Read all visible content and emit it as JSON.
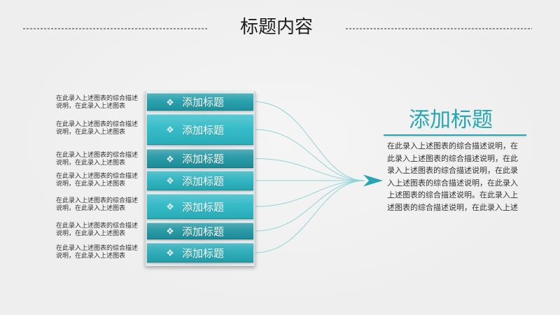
{
  "title": "标题内容",
  "theme": {
    "background": "#eeeeee",
    "accent": "#25a6b2",
    "connector": "#8ed3d9",
    "text": "#333333",
    "title": "#1e1e1e",
    "bar_text": "#ffffff"
  },
  "left_descriptions": [
    {
      "lines": [
        "在此录入上述图表的综合描述",
        "说明，在此录入上述图表"
      ]
    },
    {
      "lines": [
        "在此录入上述图表的综合描述",
        "说明，在此录入上述图表"
      ]
    },
    {
      "lines": [
        "在此录入上述图表的综合描述",
        "说明，在此录入上述图表"
      ]
    },
    {
      "lines": [
        "在此录入上述图表的综合描述",
        "说明，在此录入上述图表"
      ]
    },
    {
      "lines": [
        "在此录入上述图表的综合描述",
        "说明，在此录入上述图表"
      ]
    },
    {
      "lines": [
        "在此录入上述图表的综合描述",
        "说明，在此录入上述图表"
      ]
    },
    {
      "lines": [
        "在此录入上述图表的综合描述",
        "说明，在此录入上述图表"
      ]
    }
  ],
  "bars": [
    {
      "label": "添加标题",
      "icon": "four-diamonds-icon",
      "color": "#1f9ca9"
    },
    {
      "label": "添加标题",
      "icon": "four-diamonds-icon",
      "color": "#2bb9c6"
    },
    {
      "label": "添加标题",
      "icon": "four-diamonds-icon",
      "color": "#1d95a2"
    },
    {
      "label": "添加标题",
      "icon": "four-diamonds-icon",
      "color": "#28b1be"
    },
    {
      "label": "添加标题",
      "icon": "four-diamonds-icon",
      "color": "#2ab7c4"
    },
    {
      "label": "添加标题",
      "icon": "four-diamonds-icon",
      "color": "#1e95a2"
    },
    {
      "label": "添加标题",
      "icon": "four-diamonds-icon",
      "color": "#24a9b6"
    }
  ],
  "connector": {
    "arrow_icon": "arrow-right-icon"
  },
  "panel": {
    "heading": "添加标题",
    "lines": [
      "在此录入上述图表的综合描述说明，在",
      "此录入上述图表的综合描述说明，在此",
      "录入上述图表的综合描述说明，在此录",
      "入上述图表的综合描述说明，在此录入",
      "上述图表的综合描述说明。在此录入上",
      "述图表的综合描述说明，在此录入上述"
    ]
  }
}
